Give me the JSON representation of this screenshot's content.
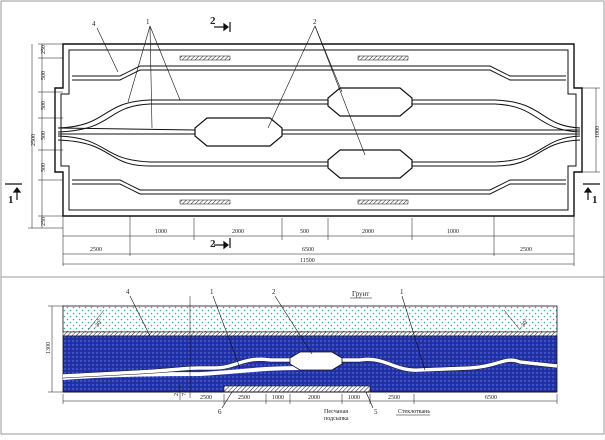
{
  "top_plan": {
    "callouts": {
      "c1": "1",
      "c2": "2",
      "c4": "4"
    },
    "section_marks": {
      "top": "2",
      "bottom": "2",
      "left": "1",
      "right": "1"
    },
    "left_dims": [
      "250",
      "500",
      "500",
      "500",
      "500",
      "250"
    ],
    "left_total": "2500",
    "right_dim": "1000",
    "bottom_dims": [
      "2500",
      "1000",
      "2000",
      "500",
      "2000",
      "1000",
      "2500"
    ],
    "mid_total": "6500",
    "overall_total": "11500"
  },
  "bottom_section": {
    "soil_label": "Грунт",
    "angle_left": "~30°",
    "angle_right": "~30°",
    "callouts": {
      "c4": "4",
      "c1a": "1",
      "c2": "2",
      "c1b": "1",
      "c6": "6",
      "c5": "5"
    },
    "left_height": "1300",
    "small_dims": [
      "25",
      "75"
    ],
    "bottom_dims": [
      "2500",
      "2500",
      "1000",
      "2000",
      "1000",
      "2500",
      "6500"
    ],
    "sand_label": "Песчаная",
    "sand_label2": "подсыпка",
    "geotextile_label": "Стеклоткань"
  }
}
